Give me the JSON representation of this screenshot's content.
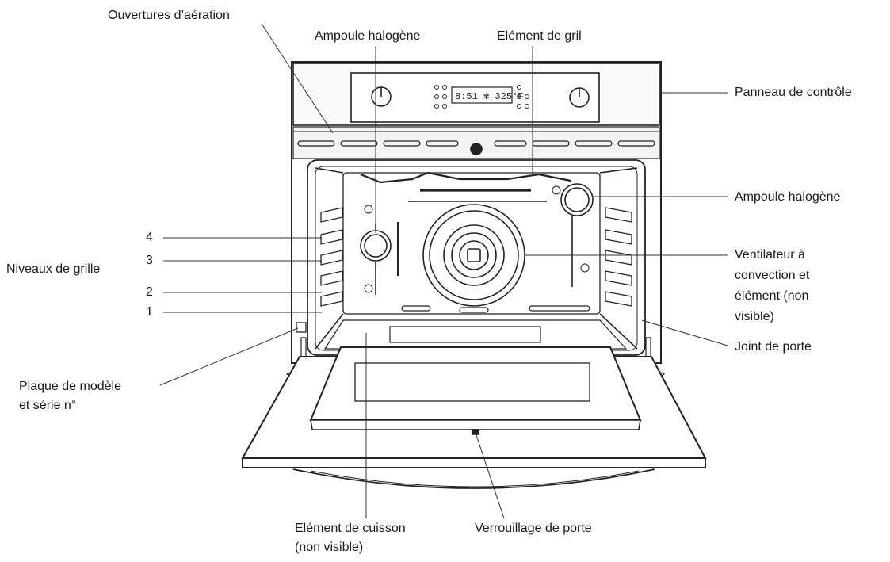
{
  "diagram": {
    "labels": {
      "vents": "Ouvertures d’aération",
      "lamp_top": "Ampoule halogène",
      "broil": "Elément de gril",
      "control_panel": "Panneau de contrôle",
      "lamp_right": "Ampoule halogène",
      "rack_levels": "Niveaux de grille",
      "rack_4": "4",
      "rack_3": "3",
      "rack_2": "2",
      "rack_1": "1",
      "fan_line1": "Ventilateur à",
      "fan_line2": "convection et",
      "fan_line3": "élément (non",
      "fan_line4": "visible)",
      "door_gasket": "Joint de porte",
      "model_line1": "Plaque de modèle",
      "model_line2": "et série n°",
      "bake_line1": "Elément de cuisson",
      "bake_line2": "(non visible)",
      "door_lock": "Verrouillage de porte"
    },
    "display_text": "8:51 ✻ 325°F"
  }
}
